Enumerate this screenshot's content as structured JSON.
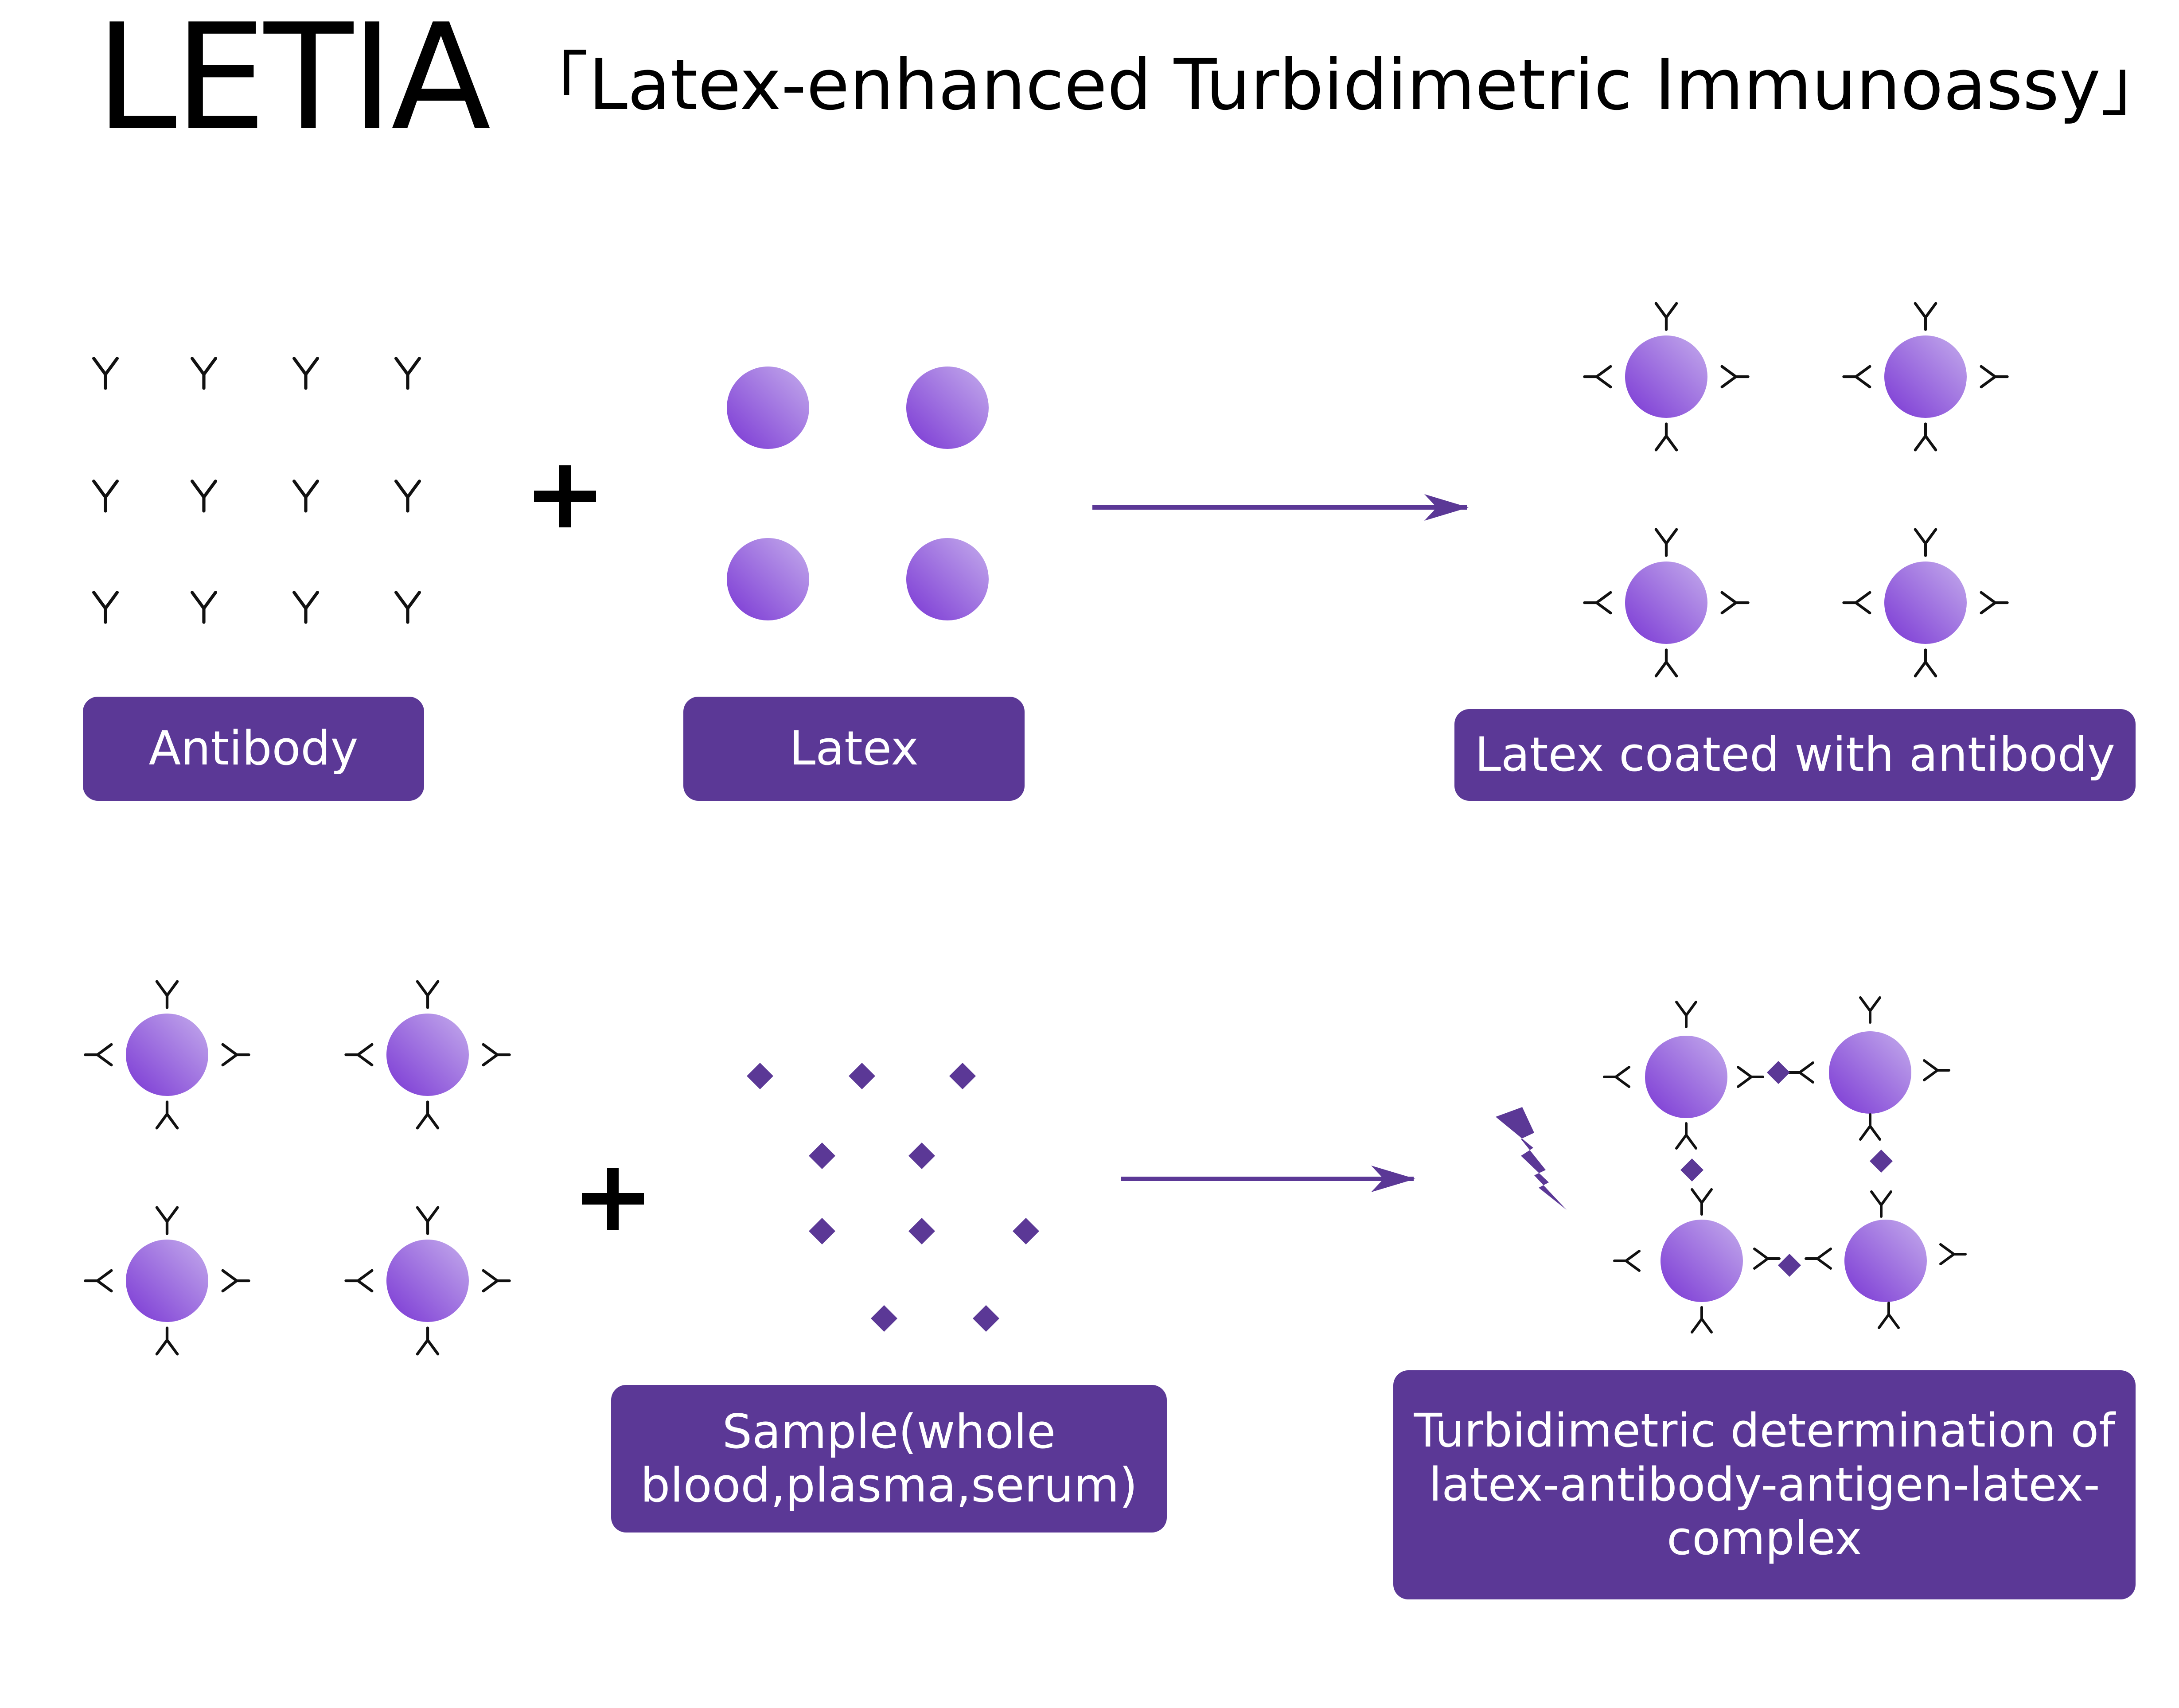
{
  "title": {
    "main": "LETIA",
    "subtitle": "「Latex-enhanced Turbidimetric Immunoassy」"
  },
  "labels": {
    "antibody": "Antibody",
    "latex": "Latex",
    "coated": "Latex coated with antibody",
    "sample": "Sample(whole blood,plasma,serum)",
    "turbidimetric": "Turbidimetric determination of latex-antibody-antigen-latex-complex"
  },
  "symbols": {
    "plus": "+",
    "antibody_glyph": "Y"
  },
  "colors": {
    "box_fill": "#5b3896",
    "box_text": "#ffffff",
    "antigen": "#5b3896",
    "arrow": "#5b3896",
    "bead_light": "#c4acec",
    "bead_dark": "#7a37d4",
    "antibody_stroke": "#111111"
  }
}
